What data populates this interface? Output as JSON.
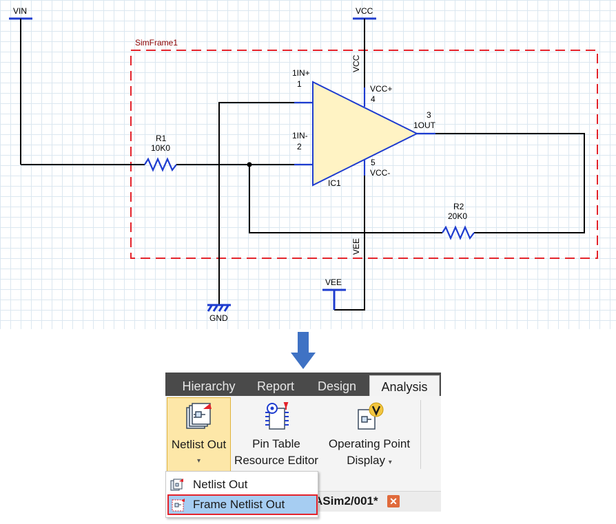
{
  "schematic": {
    "ports": {
      "vin": "VIN",
      "vcc": "VCC",
      "vee": "VEE",
      "gnd": "GND"
    },
    "frame_label": "SimFrame1",
    "net_labels": {
      "vcc": "VCC",
      "vee": "VEE"
    },
    "r1": {
      "ref": "R1",
      "value": "10K0"
    },
    "r2": {
      "ref": "R2",
      "value": "20K0"
    },
    "ic": {
      "ref": "IC1",
      "pin_in_plus_name": "1IN+",
      "pin_in_plus_num": "1",
      "pin_in_minus_name": "1IN-",
      "pin_in_minus_num": "2",
      "pin_vcc_plus_name": "VCC+",
      "pin_vcc_plus_num": "4",
      "pin_vcc_minus_name": "VCC-",
      "pin_vcc_minus_num": "5",
      "pin_out_num": "3",
      "pin_out_name": "1OUT"
    },
    "colors": {
      "wire": "#000000",
      "pin": "#1e3ccf",
      "frame": "#e4232b",
      "opamp_fill": "#fff3c4"
    }
  },
  "ribbon": {
    "tabs": [
      {
        "label": "Hierarchy"
      },
      {
        "label": "Report"
      },
      {
        "label": "Design"
      },
      {
        "label": "Analysis",
        "active": true
      }
    ],
    "buttons": {
      "netlist_out": {
        "line1": "Netlist Out",
        "line2": "▾",
        "icon": "netlist-out-icon"
      },
      "pin_table": {
        "line1": "Pin Table",
        "line2": "Resource Editor",
        "icon": "pin-table-icon"
      },
      "op_point": {
        "line1": "Operating Point",
        "line2": "Display",
        "caret": "▾",
        "icon": "operating-point-icon"
      }
    },
    "doc_tab": {
      "title": "ASim2/001*",
      "close": "✕"
    }
  },
  "dropdown": {
    "items": [
      {
        "label": "Netlist Out",
        "icon": "netlist-out-icon"
      },
      {
        "label": "Frame Netlist Out",
        "icon": "frame-netlist-out-icon",
        "highlighted": true
      }
    ]
  },
  "arrow_color": "#3f72c4"
}
